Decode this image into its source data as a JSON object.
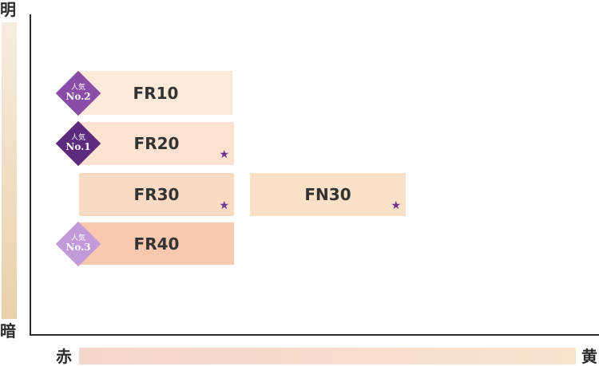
{
  "axes": {
    "top": "明",
    "bottom": "暗",
    "left": "赤",
    "right": "黄"
  },
  "products": [
    {
      "name": "FR10",
      "fill": "#fde9d9",
      "star": ""
    },
    {
      "name": "FR20",
      "fill": "#fce2d0",
      "star": "★"
    },
    {
      "name": "FR30",
      "fill": "#fadac2",
      "star": "★"
    },
    {
      "name": "FN30",
      "fill": "#f9e1c7",
      "star": "★"
    },
    {
      "name": "FR40",
      "fill": "#f8c9ae",
      "star": ""
    }
  ],
  "badges": [
    {
      "top": "人気",
      "bottom": "No.2",
      "color": "#8b4ca8"
    },
    {
      "top": "人気",
      "bottom": "No.1",
      "color": "#5d2a7d"
    },
    {
      "top": "人気",
      "bottom": "No.3",
      "color": "#c29ad9"
    }
  ],
  "colors": {
    "star": "#6a3491",
    "axis": "#2b2b2b"
  }
}
